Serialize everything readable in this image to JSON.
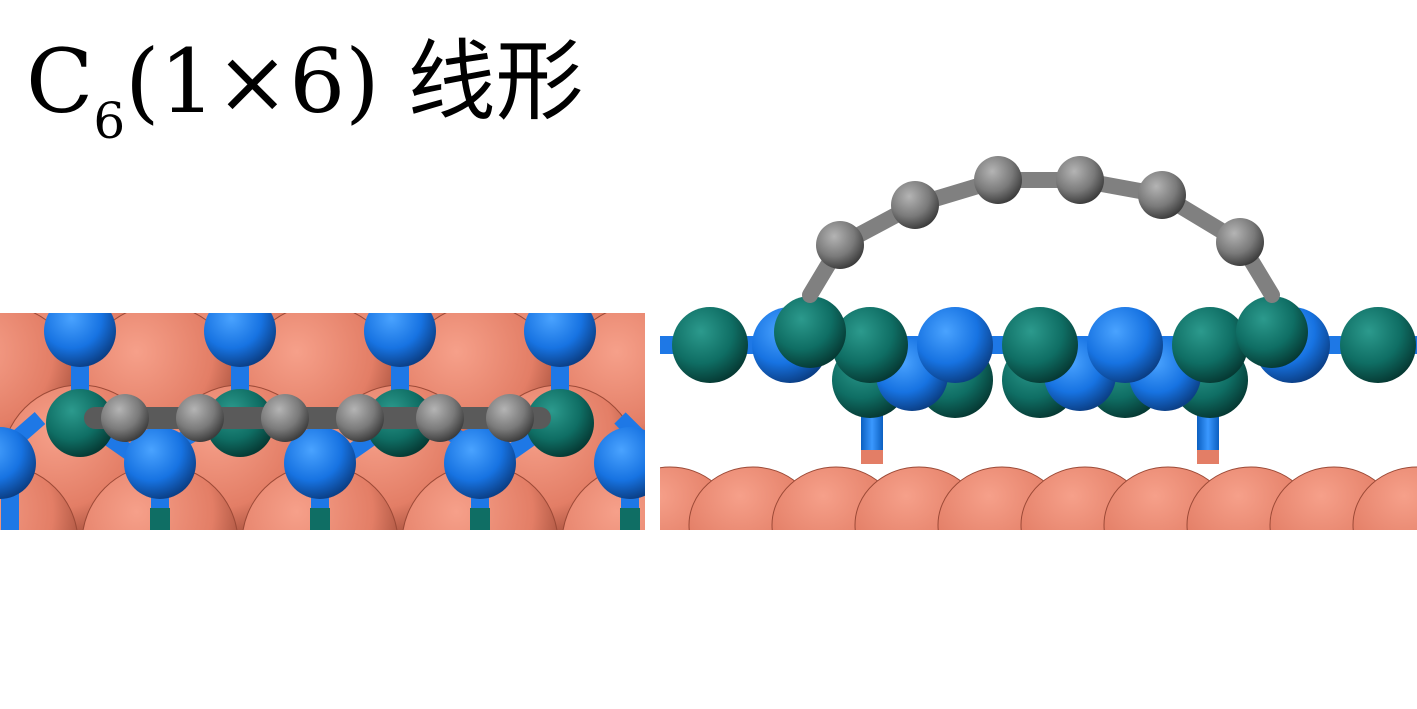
{
  "title": {
    "main": "C",
    "subscript": "6",
    "rest": "(1×6) 线形"
  },
  "colors": {
    "substrate": "#e37e66",
    "blue_atom": "#1e78e6",
    "teal_atom": "#0f6e64",
    "carbon_atom": "#787878"
  }
}
